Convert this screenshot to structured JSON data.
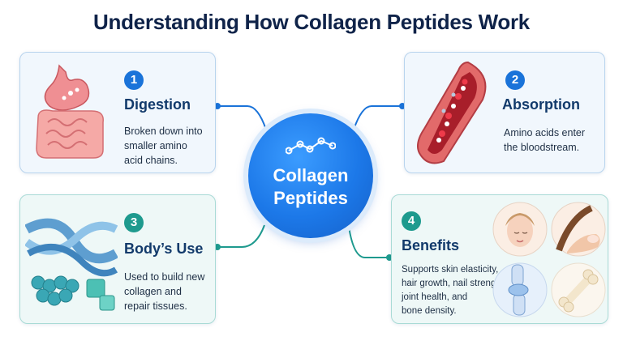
{
  "title": "Understanding How Collagen Peptides Work",
  "center": {
    "line1": "Collagen",
    "line2": "Peptides"
  },
  "steps": [
    {
      "number": "1",
      "heading": "Digestion",
      "desc": [
        "Broken down into",
        "smaller amino",
        "acid chains."
      ]
    },
    {
      "number": "2",
      "heading": "Absorption",
      "desc": [
        "Amino acids enter",
        "the bloodstream."
      ]
    },
    {
      "number": "3",
      "heading": "Body’s Use",
      "desc": [
        "Used to build new",
        "collagen and",
        "repair tissues."
      ]
    },
    {
      "number": "4",
      "heading": "Benefits",
      "desc": [
        "Supports skin elasticity,",
        "hair growth, nail strength,",
        "joint health, and",
        "bone density."
      ]
    }
  ],
  "icons": [
    "digestive-system-icon",
    "blood-vessel-icon",
    "collagen-fiber-icon",
    "face-icon",
    "hair-nail-icon",
    "knee-joint-icon",
    "bone-icon",
    "molecule-icon"
  ],
  "colors": {
    "title": "#0f2349",
    "accent_blue": "#1a73d9",
    "accent_teal": "#1e9a8e",
    "heading": "#123a6b"
  }
}
